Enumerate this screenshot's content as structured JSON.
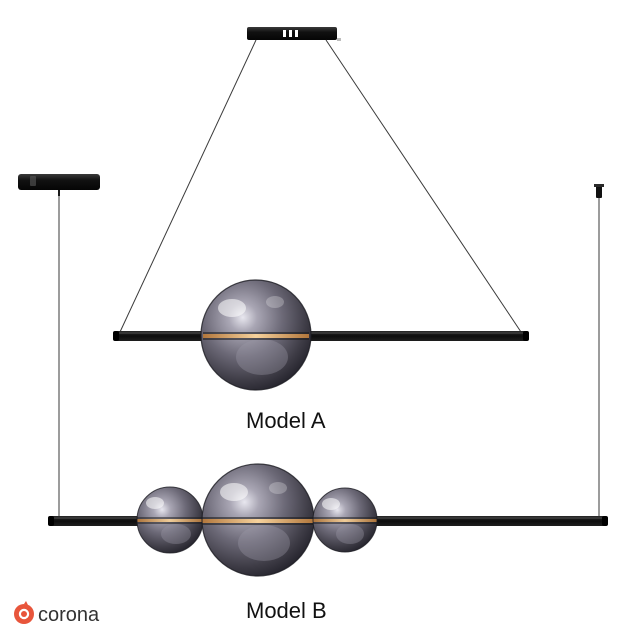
{
  "models": {
    "a": {
      "label": "Model A"
    },
    "b": {
      "label": "Model B"
    }
  },
  "brand": {
    "name": "corona",
    "accent_color": "#e8553b",
    "logo_icon": "corona-logo-icon"
  },
  "colors": {
    "background": "#ffffff",
    "metal": "#141414",
    "cable": "#3a3a3a",
    "led_glow": "#f2b36b",
    "smoked_glass": "#6f6c7a"
  }
}
